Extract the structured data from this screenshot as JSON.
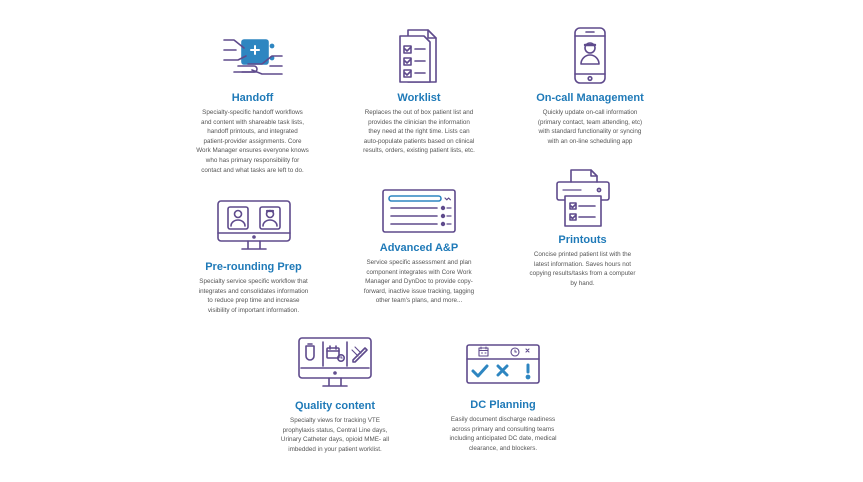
{
  "colors": {
    "title": "#1f7ab8",
    "text": "#555555",
    "icon_outline": "#5e4a8c",
    "icon_accent": "#2e86c1"
  },
  "features": {
    "handoff": {
      "icon": "handshake-tablet-icon",
      "title": "Handoff",
      "lines": [
        "Specialty-specific handoff workflows",
        "and content with shareable task lists,",
        "handoff printouts, and integrated",
        "patient-provider assignments. Core",
        "Work Manager ensures everyone knows",
        "who has primary responsibility for",
        "contact and what tasks are left to do."
      ]
    },
    "worklist": {
      "icon": "checklist-documents-icon",
      "title": "Worklist",
      "lines": [
        "Replaces the out of box patient list and",
        "provides the clinician the information",
        "they need at the right time. Lists can",
        "auto-populate patients based on clinical",
        "results, orders, existing patient lists, etc."
      ]
    },
    "oncall": {
      "icon": "smartphone-doctor-icon",
      "title": "On-call Management",
      "lines": [
        "Quickly update on-call information",
        "(primary contact, team attending, etc)",
        "with standard functionality or syncing",
        "with an on-line scheduling app"
      ]
    },
    "prerounding": {
      "icon": "monitor-doctors-icon",
      "title": "Pre-rounding Prep",
      "lines": [
        "Specialty service specific workflow that",
        "integrates and consolidates information",
        "to reduce prep time and increase",
        "visibility of important information."
      ]
    },
    "advanced": {
      "icon": "form-list-icon",
      "title": "Advanced A&P",
      "lines": [
        "Service specific assessment and plan",
        "component integrates with Core Work",
        "Manager and DynDoc to provide copy-",
        "forward, inactive issue tracking, tagging",
        "other team's plans, and more..."
      ]
    },
    "printouts": {
      "icon": "printer-icon",
      "title": "Printouts",
      "lines": [
        "Concise printed patient list with the",
        "latest information. Saves hours not",
        "copying results/tasks from a computer",
        "by hand."
      ]
    },
    "quality": {
      "icon": "monitor-dashboard-icon",
      "title": "Quality content",
      "lines": [
        "Specialty views for tracking VTE",
        "prophylaxis status, Central Line days,",
        "Urinary Catheter days, opioid MME- all",
        "imbedded in your patient worklist."
      ]
    },
    "dc": {
      "icon": "calendar-status-icon",
      "title": "DC Planning",
      "lines": [
        "Easily document discharge readiness",
        "across primary and consulting teams",
        "including anticipated DC date, medical",
        "clearance, and blockers."
      ]
    }
  }
}
